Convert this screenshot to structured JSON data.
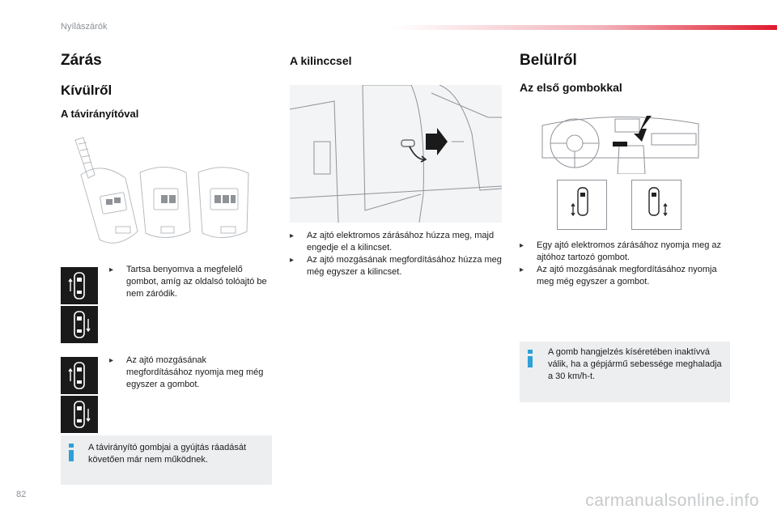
{
  "header": {
    "section": "Nyílászárók"
  },
  "col1": {
    "title": "Zárás",
    "subtitle": "Kívülről",
    "remote_heading": "A távirányítóval",
    "bullet1": "Tartsa benyomva a megfelelő gombot, amíg az oldalsó tolóajtó be nem záródik.",
    "bullet2": "Az ajtó mozgásának megfordításához nyomja meg még egyszer a gombot.",
    "info": "A távirányító gombjai a gyújtás ráadását követően már nem működnek."
  },
  "col2": {
    "heading": "A kilinccsel",
    "bullets": [
      "Az ajtó elektromos zárásához húzza meg, majd engedje el a kilincset.",
      "Az ajtó mozgásának megfordításához húzza meg még egyszer a kilincset."
    ]
  },
  "col3": {
    "title": "Belülről",
    "subtitle": "Az első gombokkal",
    "bullets": [
      "Egy ajtó elektromos zárásához nyomja meg az ajtóhoz tartozó gombot.",
      "Az ajtó mozgásának megfordításához nyomja meg még egyszer a gombot."
    ],
    "info": "A gomb hangjelzés kíséretében inaktívvá válik, ha a gépjármű sebessége meghaladja a 30 km/h-t."
  },
  "footer": {
    "page_number": "82",
    "watermark": "carmanualsonline.info"
  },
  "icons": {
    "bullet": "arrow-bullet-icon",
    "info": "info-icon",
    "door_left": "sliding-door-left-icon",
    "door_right": "sliding-door-right-icon"
  },
  "colors": {
    "accent_red": "#e0192c",
    "info_blue": "#2f9fd8",
    "icon_bg": "#1a1a1a",
    "info_bg": "#eceeef"
  }
}
